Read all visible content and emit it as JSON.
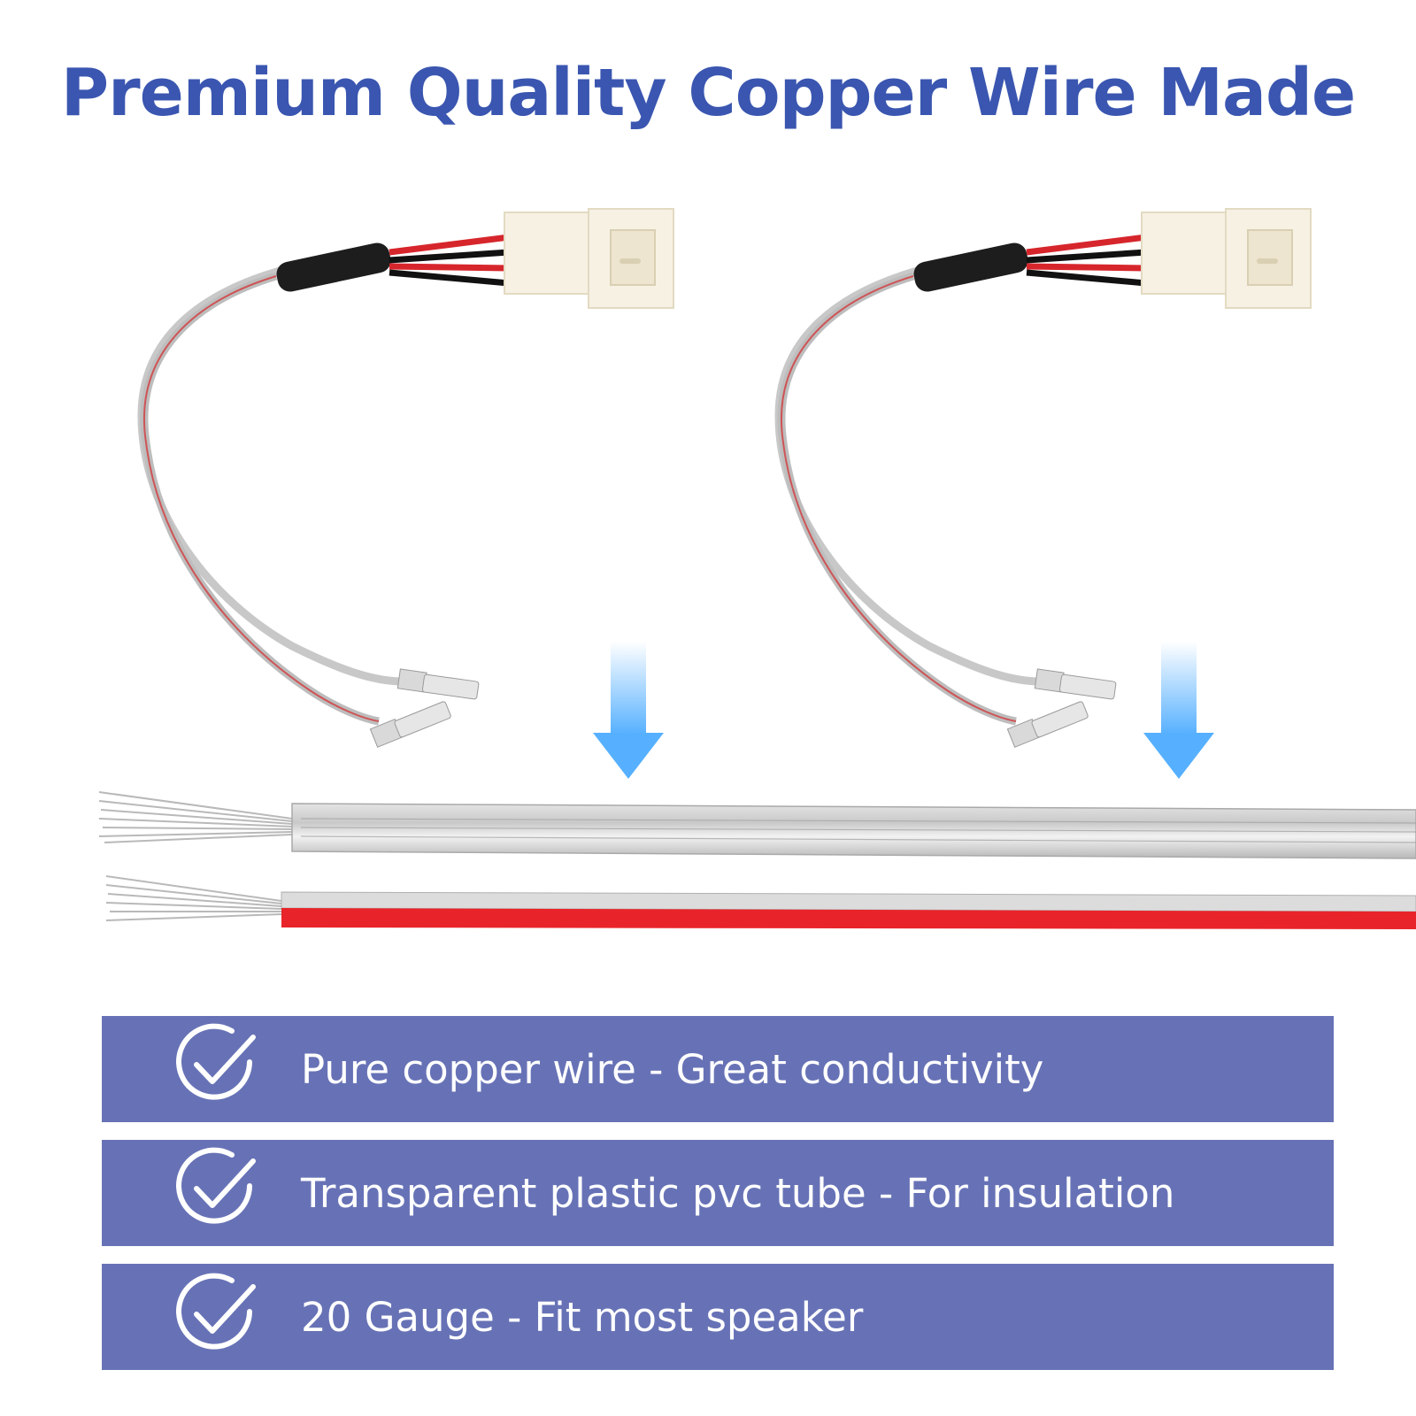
{
  "headline": "Premium Quality Copper Wire Made",
  "colors": {
    "headline": "#3a56b0",
    "feature_bar": "#6772b6",
    "feature_text": "#ffffff",
    "arrow": "#56b0ff",
    "red_wire": "#e8242a",
    "connector": "#f6f1e3"
  },
  "features": [
    {
      "icon": "check-circle-icon",
      "text": "Pure copper wire - Great conductivity"
    },
    {
      "icon": "check-circle-icon",
      "text": "Transparent plastic pvc tube - For insulation"
    },
    {
      "icon": "check-circle-icon",
      "text": "20 Gauge - Fit most speaker"
    }
  ]
}
